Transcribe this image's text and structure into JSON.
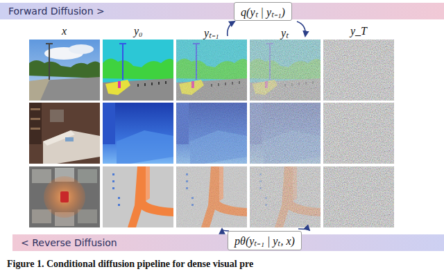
{
  "diagram": {
    "caption": "Figure 1. Conditional diffusion pipeline for dense visual pre",
    "nodes": [
      {
        "text": [
          "Forward Diffusion >"
        ]
      },
      {
        "text": [
          "q(yₜ | yₜ₋₁)"
        ]
      },
      {
        "text": [
          "< Reverse Diffusion"
        ]
      },
      {
        "text": [
          "pθ(yₜ₋₁ | yₜ, x)"
        ]
      }
    ],
    "labels": [
      "x",
      "y₀",
      "yₜ₋₁",
      "yₜ",
      "y_T"
    ]
  }
}
